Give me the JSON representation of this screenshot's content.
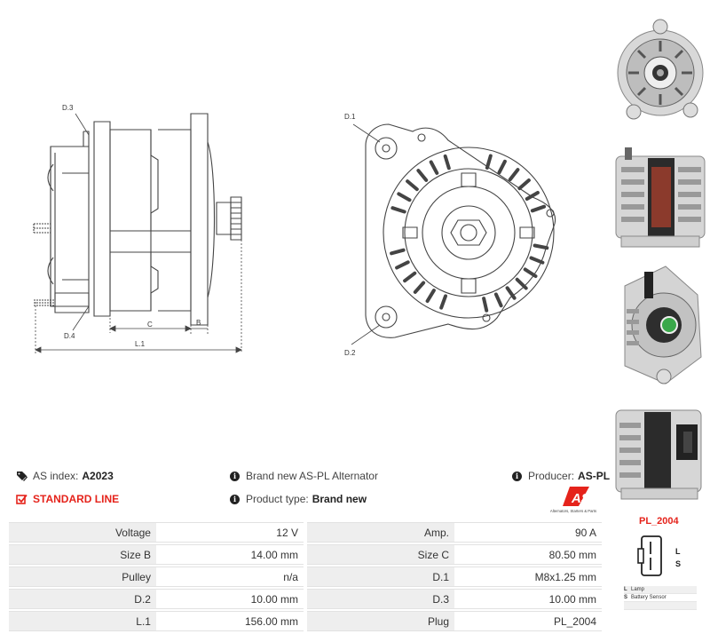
{
  "diagram": {
    "labels": {
      "d3": "D.3",
      "d4": "D.4",
      "c": "C",
      "b": "B",
      "l1": "L.1",
      "d1": "D.1",
      "d2": "D.2"
    }
  },
  "info": {
    "as_index_label": "AS index:",
    "as_index_value": "A2023",
    "description": "Brand new AS-PL Alternator",
    "producer_label": "Producer:",
    "producer_value": "AS-PL",
    "line": "STANDARD LINE",
    "product_type_label": "Product type:",
    "product_type_value": "Brand new"
  },
  "brand": {
    "logo_text": "AS",
    "tagline": "Alternators, Starters & Parts",
    "color": "#e5231b"
  },
  "specs": [
    {
      "k1": "Voltage",
      "v1": "12 V",
      "k2": "Amp.",
      "v2": "90 A"
    },
    {
      "k1": "Size B",
      "v1": "14.00 mm",
      "k2": "Size C",
      "v2": "80.50 mm"
    },
    {
      "k1": "Pulley",
      "v1": "n/a",
      "k2": "D.1",
      "v2": "M8x1.25 mm"
    },
    {
      "k1": "D.2",
      "v1": "10.00 mm",
      "k2": "D.3",
      "v2": "10.00 mm"
    },
    {
      "k1": "L.1",
      "v1": "156.00 mm",
      "k2": "Plug",
      "v2": "PL_2004"
    }
  ],
  "plug": {
    "title": "PL_2004",
    "pin_l": "L",
    "pin_s": "S",
    "legend": [
      {
        "code": "L",
        "desc": "Lamp"
      },
      {
        "code": "S",
        "desc": "Battery Sensor"
      },
      {
        "code": "",
        "desc": ""
      }
    ]
  },
  "icons": {
    "tag": "tag-icon",
    "info": "info-icon",
    "check": "checkbox-icon"
  }
}
